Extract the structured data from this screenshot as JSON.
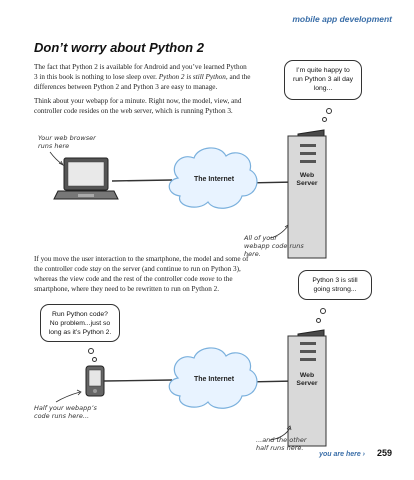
{
  "header": {
    "section_tag": "mobile app development"
  },
  "title": "Don’t worry about Python 2",
  "paragraph1": {
    "start": "The fact that Python 2 is available for Android and you’ve learned Python 3 in this book is nothing to lose sleep over.",
    "emphasis": "Python 2 is still Python,",
    "end": "and the differences between Python 2 and Python 3 are easy to manage."
  },
  "paragraph2": "Think about your webapp for a minute. Right now, the model, view, and controller code resides on the web server, which is running Python 3.",
  "paragraph3": {
    "start": "If you move the user interaction to the smartphone, the model and some of the controller code",
    "stay": "stay",
    "middle": "on the server (and continue to run on Python 3), whereas the view code and the rest of the controller code",
    "move": "move",
    "end": "to the smartphone, where they need to be rewritten to run on Python 2."
  },
  "bubbles": {
    "server_happy": "I’m quite happy to run Python 3 all day long...",
    "server_strong": "Python 3 is still going strong...",
    "phone_python": "Run Python code? No problem...just so long as it’s Python 2."
  },
  "annotations": {
    "browser": "Your web browser runs here",
    "webapp_code": "All of your webapp code runs here.",
    "half_code": "Half your webapp’s code runs here...",
    "other_half": "...and the other half runs here."
  },
  "diagram1": {
    "cloud_label": "The Internet",
    "server_label_1": "Web",
    "server_label_2": "Server"
  },
  "diagram2": {
    "cloud_label": "The Internet",
    "server_label_1": "Web",
    "server_label_2": "Server"
  },
  "footer": {
    "you_are_here": "you are here ›",
    "page_number": "259"
  }
}
